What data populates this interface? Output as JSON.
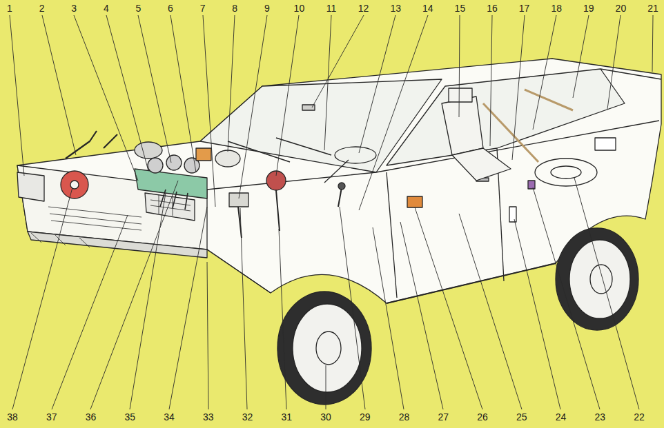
{
  "diagram": {
    "labels": [
      "1",
      "2",
      "3",
      "4",
      "5",
      "6",
      "7",
      "8",
      "9",
      "10",
      "11",
      "12",
      "13",
      "14",
      "15",
      "16",
      "17",
      "18",
      "19",
      "20",
      "21",
      "22",
      "23",
      "24",
      "25",
      "26",
      "27",
      "28",
      "29",
      "30",
      "31",
      "32",
      "33",
      "34",
      "35",
      "36",
      "37",
      "38"
    ]
  }
}
